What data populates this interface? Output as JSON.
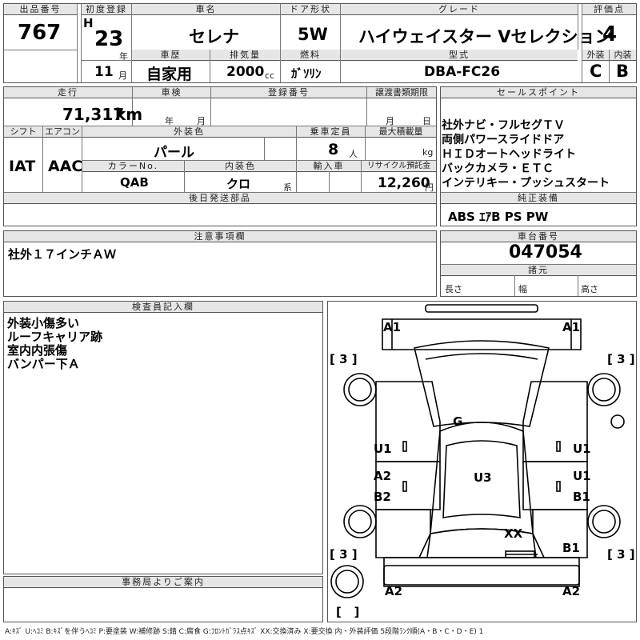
{
  "header": {
    "lot_label": "出品番号",
    "lot_no": "767",
    "reg_label": "初度登録",
    "era": "H",
    "year": "23",
    "year_unit": "年",
    "month": "11",
    "month_unit": "月",
    "car_name_label": "車名",
    "car_name": "セレナ",
    "door_label": "ドア形状",
    "door": "5W",
    "grade_label": "グレード",
    "grade": "ハイウェイスター Vセレクション",
    "score_label": "評価点",
    "score": "4",
    "history_label": "車歴",
    "history": "自家用",
    "cc_label": "排気量",
    "cc": "2000",
    "cc_unit": "cc",
    "fuel_label": "燃料",
    "fuel": "ｶﾞｿﾘﾝ",
    "model_label": "型式",
    "model": "DBA-FC26",
    "ext_label": "外装",
    "int_label": "内装",
    "ext_grade": "C",
    "int_grade": "B"
  },
  "row2": {
    "mileage_label": "走行",
    "mileage": "71,317",
    "mileage_unit": "km",
    "inspect_label": "車検",
    "inspect_year": "年",
    "inspect_month": "月",
    "regno_label": "登録番号",
    "transfer_label": "譲渡書類期限",
    "transfer_month": "月",
    "transfer_day": "日",
    "shift_label": "シフト",
    "shift": "IAT",
    "ac_label": "エアコン",
    "ac": "AAC",
    "color_label": "外装色",
    "color": "パール",
    "capacity_label": "乗車定員",
    "capacity": "8",
    "capacity_unit": "人",
    "load_label": "最大積載量",
    "load_unit": "kg",
    "colorno_label": "カラーNo.",
    "colorno": "QAB",
    "intcolor_label": "内装色",
    "intcolor": "クロ",
    "intcolor_unit": "系",
    "import_label": "輸入車",
    "recycle_label": "リサイクル預託金",
    "recycle": "12,260",
    "recycle_unit": "円",
    "later_label": "後日発送部品"
  },
  "sales": {
    "label": "セールスポイント",
    "items": [
      "社外ナビ・フルセグＴＶ",
      "両側パワースライドドア",
      "ＨＩＤオートヘッドライト",
      "バックカメラ・ＥＴＣ",
      "インテリキー・プッシュスタート"
    ],
    "equip_label": "純正装備",
    "equip": "ABS ｴｱB PS PW"
  },
  "caution": {
    "label": "注意事項欄",
    "text": "社外１７インチＡＷ"
  },
  "chassis": {
    "label": "車台番号",
    "number": "047054",
    "dims_label": "諸元",
    "length": "長さ",
    "width": "幅",
    "height": "高さ"
  },
  "inspector": {
    "label": "検査員記入欄",
    "lines": [
      "外装小傷多い",
      "ルーフキャリア跡",
      "室内内張傷",
      "バンパー下Ａ"
    ]
  },
  "office": {
    "label": "事務局よりご案内"
  },
  "diagram": {
    "marks": {
      "fl_corner": "A1",
      "fr_corner": "A1",
      "hood": "G",
      "fl_door": "U1",
      "fr_door": "U1",
      "fl_rear": "A2",
      "fr_rear": "U1",
      "bl_panel": "B2",
      "br_panel": "B1",
      "roof": "U3",
      "back": "XX",
      "br_corner": "B1",
      "rl_corner": "A2",
      "rr_corner": "A2"
    },
    "tire_tl": "3",
    "tire_tr": "3",
    "tire_bl": "3",
    "tire_br": "3"
  },
  "legend": "A:ｷｽﾞ U:ﾍｺﾐ B:ｷｽﾞを伴うﾍｺﾐ P:要塗装 W:補修跡 S:錆 C:腐食 G:ﾌﾛﾝﾄｶﾞﾗｽ点ｷｽﾞ XX:交換済み X:要交換 内・外装評価 5段階ﾗﾝｸ順(A・B・C・D・E) 1"
}
